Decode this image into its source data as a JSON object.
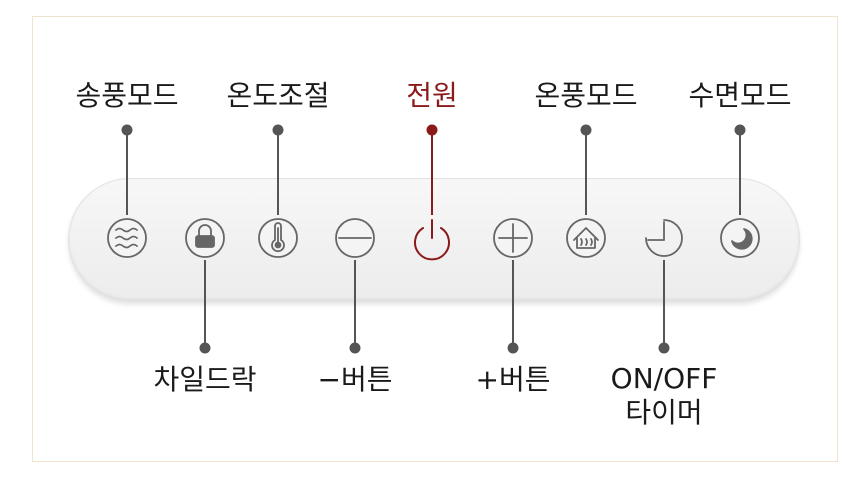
{
  "labels": {
    "fan_mode": "송풍모드",
    "temp_control": "온도조절",
    "power": "전원",
    "heat_mode": "온풍모드",
    "sleep_mode": "수면모드",
    "child_lock": "차일드락",
    "minus_button": "−버튼",
    "plus_button": "+버튼",
    "timer_line1": "ON/OFF",
    "timer_line2": "타이머"
  },
  "icons": [
    "wind-icon",
    "lock-icon",
    "thermometer-icon",
    "minus-icon",
    "power-icon",
    "plus-icon",
    "heat-home-icon",
    "timer-icon",
    "moon-icon"
  ],
  "colors": {
    "accent": "#8b1a1a",
    "line": "#555555",
    "icon": "#666666",
    "frame": "#f1e2cf"
  }
}
